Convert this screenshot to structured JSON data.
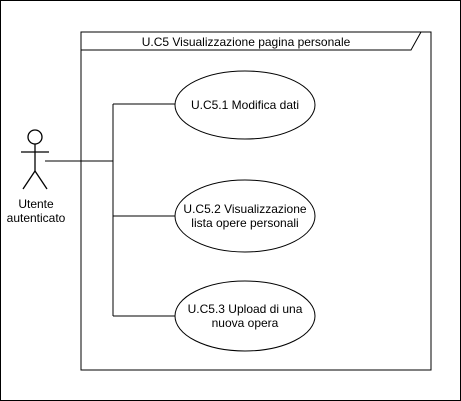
{
  "diagram": {
    "frame_title": "U.C5 Visualizzazione pagina personale",
    "actor": {
      "line1": "Utente",
      "line2": "autenticato"
    },
    "use_cases": [
      {
        "line1": "U.C5.1 Modifica dati",
        "line2": ""
      },
      {
        "line1": "U.C5.2 Visualizzazione",
        "line2": "lista opere personali"
      },
      {
        "line1": "U.C5.3 Upload di una",
        "line2": "nuova opera"
      }
    ]
  }
}
